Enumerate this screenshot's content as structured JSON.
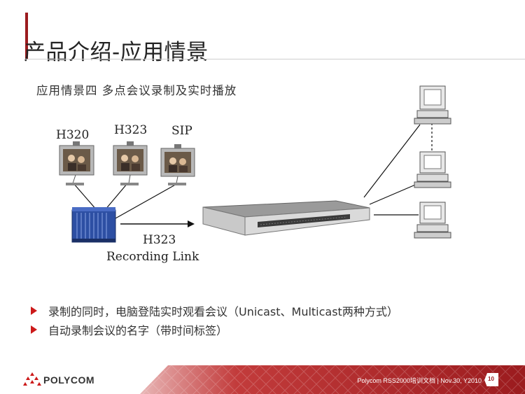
{
  "header": {
    "title": "产品介绍-应用情景",
    "subtitle": "应用情景四  多点会议录制及实时播放"
  },
  "diagram": {
    "labels": {
      "h320": "H320",
      "h323_top": "H323",
      "sip": "SIP",
      "link_line1": "H323",
      "link_line2": "Recording Link"
    }
  },
  "bullets": [
    "录制的同时，电脑登陆实时观看会议（Unicast、Multicast两种方式）",
    "自动录制会议的名字（带时间标签）"
  ],
  "footer": {
    "logo": "POLYCOM",
    "note": "Polycom RSS2000培训文档 | Nov.30, Y2010",
    "page": "10"
  },
  "colors": {
    "accent": "#9b1b1e",
    "bullet": "#cc1a1a"
  }
}
